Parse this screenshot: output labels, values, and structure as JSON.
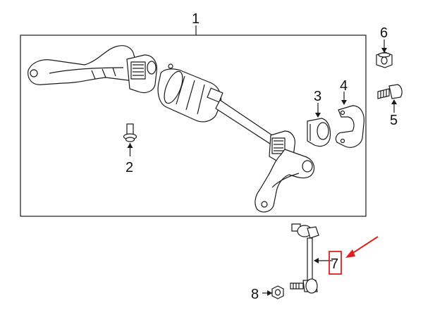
{
  "diagram": {
    "callouts": {
      "c1": "1",
      "c2": "2",
      "c3": "3",
      "c4": "4",
      "c5": "5",
      "c6": "6",
      "c7": "7",
      "c8": "8"
    },
    "colors": {
      "line": "#1a1a1a",
      "highlight": "#e0211b",
      "background": "#ffffff"
    }
  }
}
